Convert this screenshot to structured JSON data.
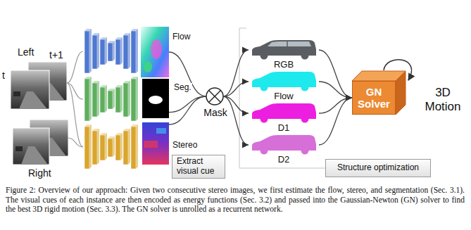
{
  "diagram": {
    "caption": "Figure 2: Overview of our approach: Given two consecutive stereo images, we first estimate the flow, stereo, and segmentation (Sec. 3.1). The visual cues of each instance are then encoded as energy functions (Sec. 3.2) and passed into the Gaussian-Newton (GN) solver to find the best 3D rigid motion (Sec. 3.3). The GN solver is unrolled as a recurrent network.",
    "nodes": [
      {
        "text": [
          "Flow"
        ]
      },
      {
        "text": [
          "Seg."
        ]
      },
      {
        "text": [
          "Stereo"
        ]
      },
      {
        "text": [
          "Extract visual cue"
        ]
      },
      {
        "text": [
          "Mask"
        ]
      },
      {
        "text": [
          "RGB"
        ]
      },
      {
        "text": [
          "Flow"
        ]
      },
      {
        "text": [
          "D1"
        ]
      },
      {
        "text": [
          "D2"
        ]
      },
      {
        "text": [
          "GN Solver"
        ]
      },
      {
        "text": [
          "Structure optimization"
        ]
      }
    ],
    "edges": [
      {
        "from": 0,
        "to": 4,
        "arrow": "none"
      },
      {
        "from": 1,
        "to": 4,
        "arrow": "none"
      },
      {
        "from": 2,
        "to": 4,
        "arrow": "none"
      },
      {
        "from": 4,
        "to": 5,
        "arrow": "to"
      },
      {
        "from": 4,
        "to": 6,
        "arrow": "to"
      },
      {
        "from": 4,
        "to": 7,
        "arrow": "to"
      },
      {
        "from": 4,
        "to": 8,
        "arrow": "to"
      },
      {
        "from": 5,
        "to": 9,
        "arrow": "to"
      },
      {
        "from": 6,
        "to": 9,
        "arrow": "to"
      },
      {
        "from": 7,
        "to": 9,
        "arrow": "to"
      },
      {
        "from": 8,
        "to": 9,
        "arrow": "to"
      }
    ],
    "labels": [
      "Left",
      "t",
      "t+1",
      "Right",
      "3D Motion"
    ]
  }
}
